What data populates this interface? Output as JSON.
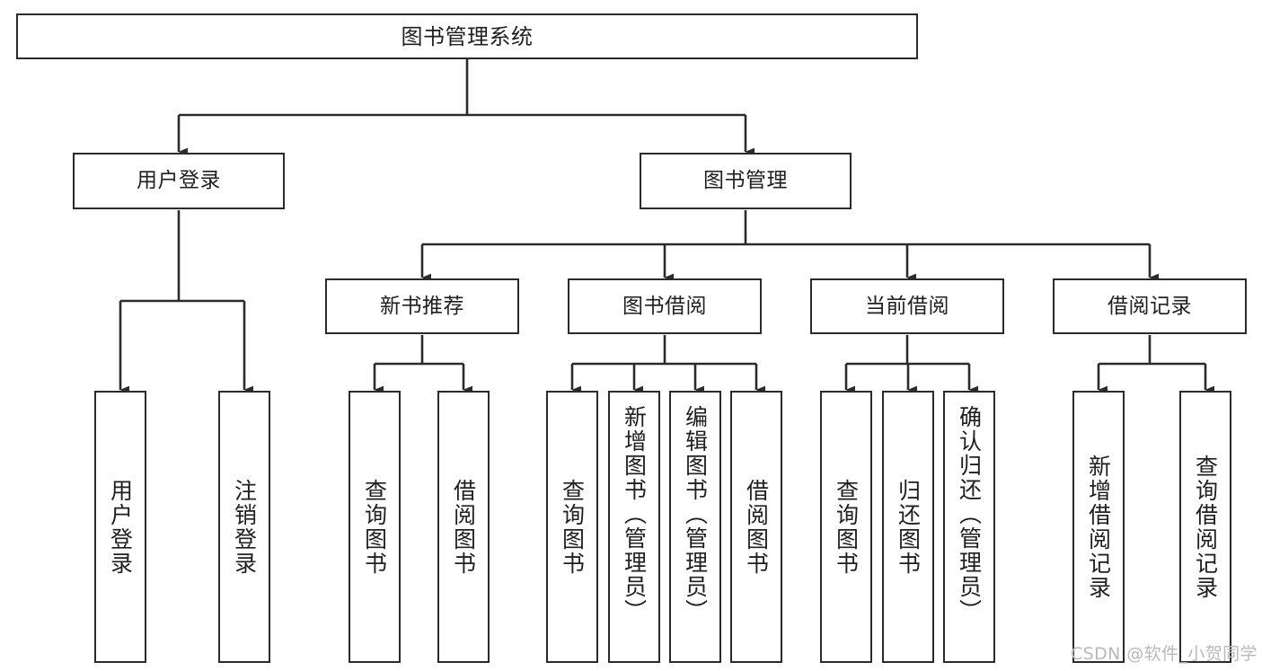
{
  "diagram": {
    "title": "图书管理系统",
    "type": "tree-hierarchy-chart",
    "background_color": "#ffffff",
    "line_color": "#2b2b2b",
    "text_color": "#1f1f1f"
  },
  "watermark": {
    "text": "CSDN @软件_小贺同学",
    "color": "#b9b9b9"
  },
  "nodes": {
    "root": {
      "label": "图书管理系统"
    },
    "level2": [
      {
        "label": "用户登录"
      },
      {
        "label": "图书管理"
      }
    ],
    "level3": [
      {
        "label": "新书推荐"
      },
      {
        "label": "图书借阅"
      },
      {
        "label": "当前借阅"
      },
      {
        "label": "借阅记录"
      }
    ],
    "leaves_user_login": [
      {
        "label": "用户登录"
      },
      {
        "label": "注销登录"
      }
    ],
    "leaves_new_book": [
      {
        "label": "查询图书"
      },
      {
        "label": "借阅图书"
      }
    ],
    "leaves_borrow": [
      {
        "label": "查询图书"
      },
      {
        "label": "新增图书（管理员）"
      },
      {
        "label": "编辑图书（管理员）"
      },
      {
        "label": "借阅图书"
      }
    ],
    "leaves_current": [
      {
        "label": "查询图书"
      },
      {
        "label": "归还图书"
      },
      {
        "label": "确认归还（管理员）"
      }
    ],
    "leaves_records": [
      {
        "label": "新增借阅记录"
      },
      {
        "label": "查询借阅记录"
      }
    ]
  }
}
